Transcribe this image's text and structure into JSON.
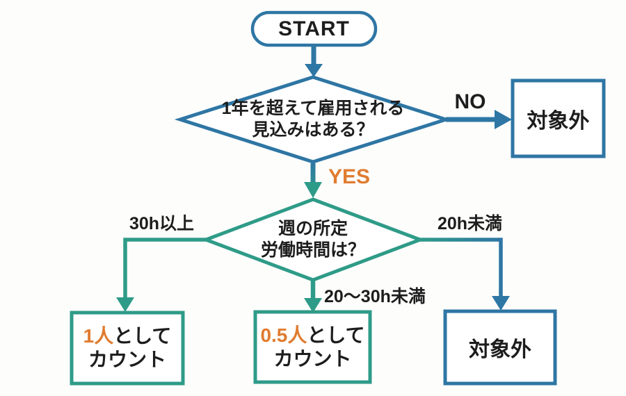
{
  "colors": {
    "blue": "#2e76a4",
    "teal": "#2e9b88",
    "orange": "#e07c30",
    "ink": "#1d1d1d",
    "bg": "#fdfdfc"
  },
  "start": {
    "label": "START"
  },
  "decision1": {
    "line1": "1年を超えて雇用される",
    "line2": "見込みはある？",
    "no_label": "NO",
    "yes_label": "YES"
  },
  "decision2": {
    "line1": "週の所定",
    "line2": "労働時間は？",
    "branch_left": "30h以上",
    "branch_right": "20h未満",
    "branch_middle": "20〜30h未満"
  },
  "outcomes": {
    "excluded_top": {
      "label": "対象外"
    },
    "count_full": {
      "highlight": "1人",
      "suffix": "として",
      "line2": "カウント"
    },
    "count_half": {
      "highlight": "0.5人",
      "suffix": "として",
      "line2": "カウント"
    },
    "excluded_bottom": {
      "label": "対象外"
    }
  }
}
